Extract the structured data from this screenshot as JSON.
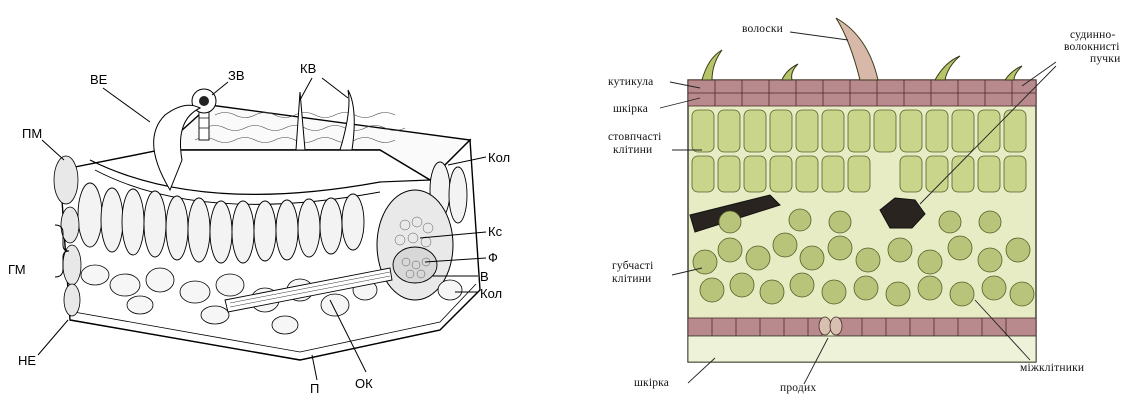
{
  "left_diagram": {
    "labels": {
      "ve": "ВЕ",
      "zv": "ЗВ",
      "kv": "КВ",
      "pm": "ПМ",
      "kol_top": "Кол",
      "ks": "Кс",
      "f": "Ф",
      "v": "В",
      "kol_bottom": "Кол",
      "gm": "ГМ",
      "ne": "НЕ",
      "p": "П",
      "ok": "ОК"
    }
  },
  "right_diagram": {
    "labels": {
      "voloski": "волоски",
      "sudinno_line1": "судинно-",
      "sudinno_line2": "волокнисті",
      "sudinno_line3": "пучки",
      "kutykula": "кутикула",
      "shkirka_top": "шкірка",
      "stovpchasti_line1": "стовпчасті",
      "stovpchasti_line2": "клітини",
      "gubchasti_line1": "губчасті",
      "gubchasti_line2": "клітини",
      "shkirka_bottom": "шкірка",
      "prodykh": "продих",
      "mizhklitnyky": "міжклітники"
    },
    "colors": {
      "palisade": "#c9d58a",
      "spongy": "#b7c47a",
      "epidermis": "#b88a8e",
      "vein": "#2a2420",
      "background_cells": "#e7ecc4"
    }
  }
}
